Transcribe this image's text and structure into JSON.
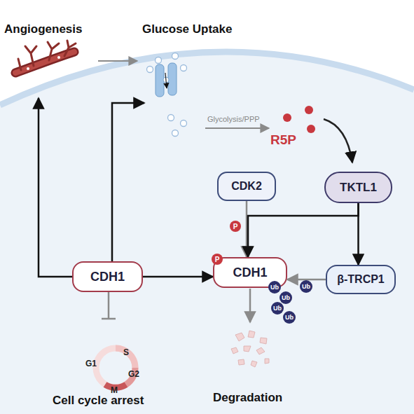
{
  "diagram": {
    "nodes": [
      {
        "text": [
          "CDK2"
        ]
      },
      {
        "text": [
          "TKTL1"
        ]
      },
      {
        "text": [
          "CDH1"
        ]
      },
      {
        "text": [
          "CDH1"
        ]
      },
      {
        "text": [
          "β-TRCP1"
        ]
      }
    ],
    "edges": [
      {
        "from": 2,
        "to": 3,
        "arrow": "to"
      },
      {
        "from": 0,
        "to": 3,
        "label": "P",
        "arrow": "to"
      },
      {
        "from": 1,
        "to": 3,
        "arrow": "to"
      },
      {
        "from": 1,
        "to": 4,
        "arrow": "to"
      },
      {
        "from": 4,
        "to": 3,
        "label": "Ub",
        "arrow": "to"
      }
    ],
    "labels": [
      "Angiogenesis",
      "Glucose Uptake",
      "Glycolysis/PPP",
      "R5P",
      "P",
      "Ub",
      "Ub",
      "Ub",
      "Ub",
      "G1",
      "S",
      "G2",
      "M",
      "Cell cycle arrest",
      "Degradation"
    ]
  }
}
